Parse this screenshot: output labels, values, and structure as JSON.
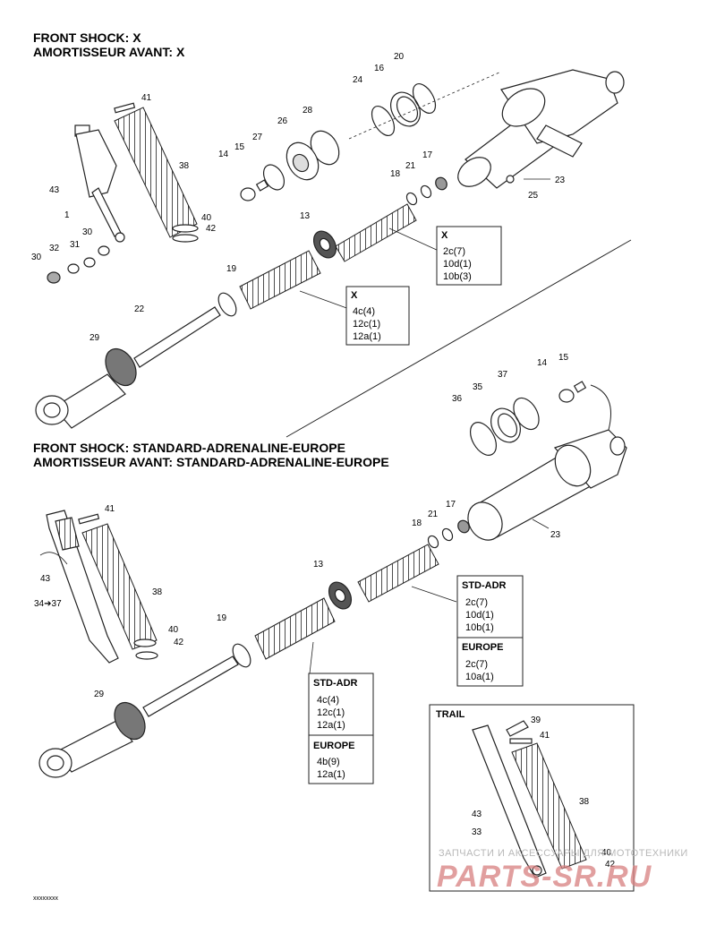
{
  "section_x": {
    "title_en": "FRONT SHOCK:  X",
    "title_fr": "AMORTISSEUR AVANT:  X",
    "callouts": [
      "41",
      "38",
      "43",
      "1",
      "40",
      "42",
      "30",
      "32",
      "31",
      "30",
      "14",
      "15",
      "27",
      "26",
      "28",
      "24",
      "16",
      "20",
      "18",
      "21",
      "17",
      "23",
      "25",
      "13",
      "19",
      "22",
      "29"
    ],
    "box_upper": {
      "title": "X",
      "lines": [
        "2c(7)",
        "10d(1)",
        "10b(3)"
      ]
    },
    "box_lower": {
      "title": "X",
      "lines": [
        "4c(4)",
        "12c(1)",
        "12a(1)"
      ]
    }
  },
  "section_std": {
    "title_en": "FRONT SHOCK:  STANDARD-ADRENALINE-EUROPE",
    "title_fr": "AMORTISSEUR AVANT:  STANDARD-ADRENALINE-EUROPE",
    "callouts": [
      "14",
      "15",
      "37",
      "35",
      "36",
      "18",
      "21",
      "17",
      "23",
      "41",
      "43",
      "34➔37",
      "38",
      "40",
      "42",
      "13",
      "19",
      "29"
    ],
    "box_upper": {
      "title": "STD-ADR",
      "lines": [
        "2c(7)",
        "10d(1)",
        "10b(1)"
      ],
      "title2": "EUROPE",
      "lines2": [
        "2c(7)",
        "10a(1)"
      ]
    },
    "box_lower": {
      "title": "STD-ADR",
      "lines": [
        "4c(4)",
        "12c(1)",
        "12a(1)"
      ],
      "title2": "EUROPE",
      "lines2": [
        "4b(9)",
        "12a(1)"
      ]
    }
  },
  "trail": {
    "title": "TRAIL",
    "callouts": [
      "39",
      "41",
      "38",
      "43",
      "33",
      "40",
      "42"
    ]
  },
  "watermark": {
    "top": "ЗАПЧАСТИ И АКСЕССУАРЫ ДЛЯ МОТОТЕХНИКИ",
    "logo": "PARTS-SR.RU"
  },
  "figure_code": "xxxxxxxx"
}
